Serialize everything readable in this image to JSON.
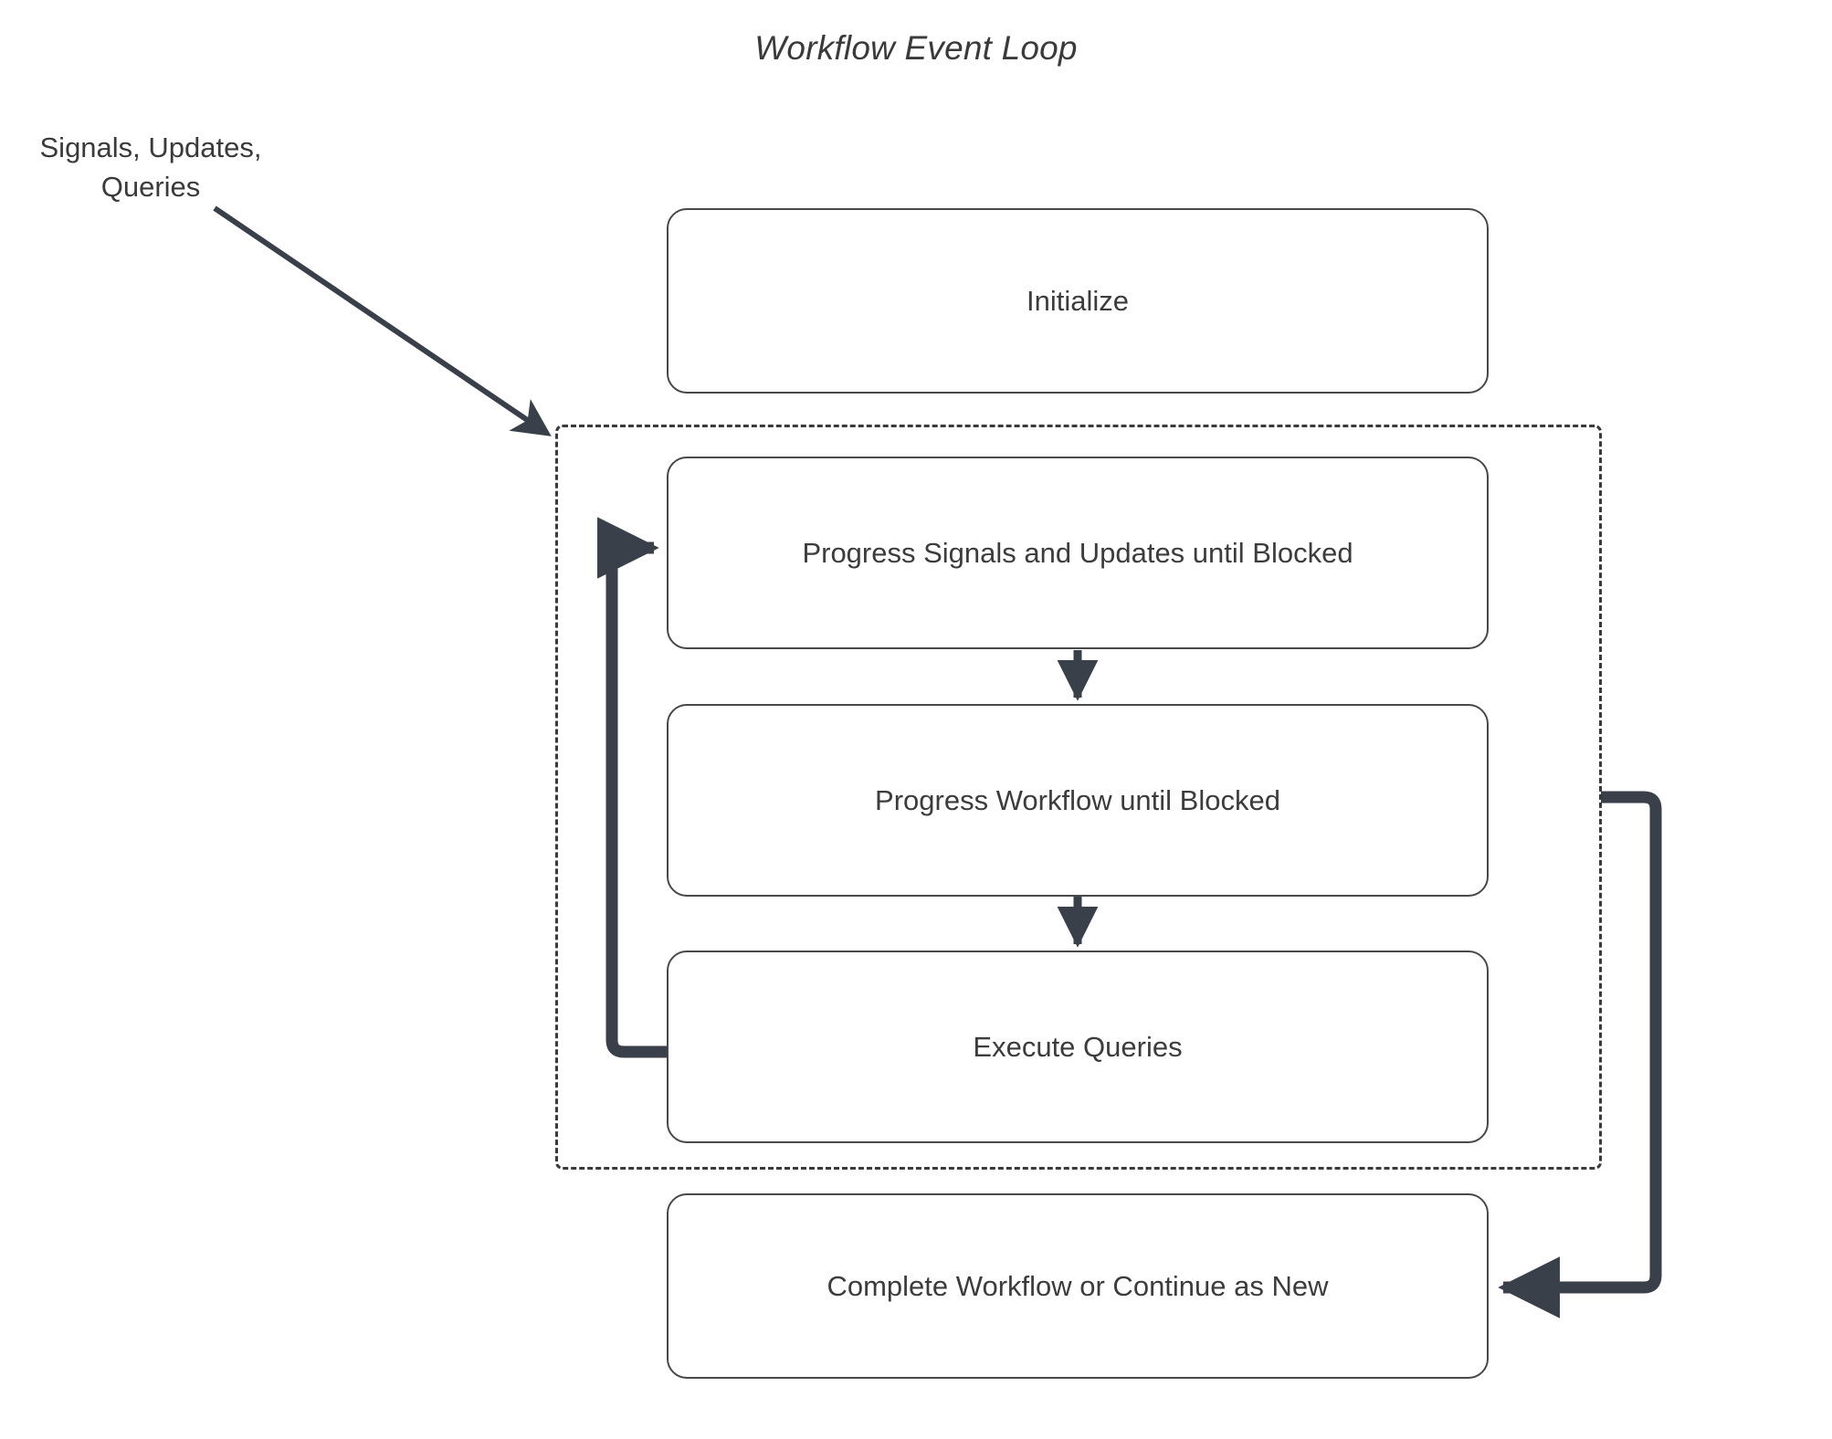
{
  "title": "Workflow Event Loop",
  "external_input_label": "Signals, Updates,\nQueries",
  "external_input_line1": "Signals, Updates,",
  "external_input_line2": "Queries",
  "colors": {
    "connector": "#3a4049",
    "node_border": "#46484b",
    "node_fill": "#ffffff",
    "text": "#3c3c3c",
    "dashed_border": "#3a3a3a",
    "background": "#ffffff"
  },
  "nodes": [
    {
      "id": "initialize",
      "label": "Initialize",
      "inside_loop": false
    },
    {
      "id": "progress-signals",
      "label": "Progress Signals and Updates until Blocked",
      "inside_loop": true
    },
    {
      "id": "progress-workflow",
      "label": "Progress Workflow until Blocked",
      "inside_loop": true
    },
    {
      "id": "execute-queries",
      "label": "Execute Queries",
      "inside_loop": true
    },
    {
      "id": "complete-workflow",
      "label": "Complete Workflow or Continue as New",
      "inside_loop": false
    }
  ],
  "loop_region": {
    "style": "dashed",
    "label": ""
  },
  "edges": [
    {
      "id": "input-to-loop",
      "from": "Signals, Updates, Queries",
      "to": "loop-region",
      "style": "diagonal-arrow"
    },
    {
      "id": "signals-to-workflow",
      "from": "Progress Signals and Updates until Blocked",
      "to": "Progress Workflow until Blocked",
      "style": "down-arrow"
    },
    {
      "id": "workflow-to-queries",
      "from": "Progress Workflow until Blocked",
      "to": "Execute Queries",
      "style": "down-arrow"
    },
    {
      "id": "queries-back-to-signals",
      "from": "Execute Queries",
      "to": "Progress Signals and Updates until Blocked",
      "style": "left-loop-arrow"
    },
    {
      "id": "loop-to-complete",
      "from": "loop-region",
      "to": "Complete Workflow or Continue as New",
      "style": "right-loop-arrow"
    }
  ]
}
